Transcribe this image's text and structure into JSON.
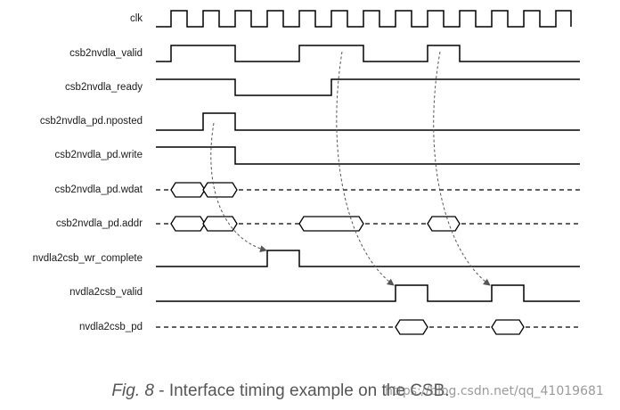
{
  "signals": [
    {
      "id": "clk",
      "label": "clk"
    },
    {
      "id": "valid",
      "label": "csb2nvdla_valid"
    },
    {
      "id": "ready",
      "label": "csb2nvdla_ready"
    },
    {
      "id": "nposted",
      "label": "csb2nvdla_pd.nposted"
    },
    {
      "id": "write",
      "label": "csb2nvdla_pd.write"
    },
    {
      "id": "wdat",
      "label": "csb2nvdla_pd.wdat"
    },
    {
      "id": "addr",
      "label": "csb2nvdla_pd.addr"
    },
    {
      "id": "wrc",
      "label": "nvdla2csb_wr_complete"
    },
    {
      "id": "rvalid",
      "label": "nvdla2csb_valid"
    },
    {
      "id": "rpd",
      "label": "nvdla2csb_pd"
    }
  ],
  "caption": {
    "fig": "Fig. 8",
    "text": " - Interface timing example on the CSB."
  },
  "watermark": "https://blog.csdn.net/qq_41019681"
}
